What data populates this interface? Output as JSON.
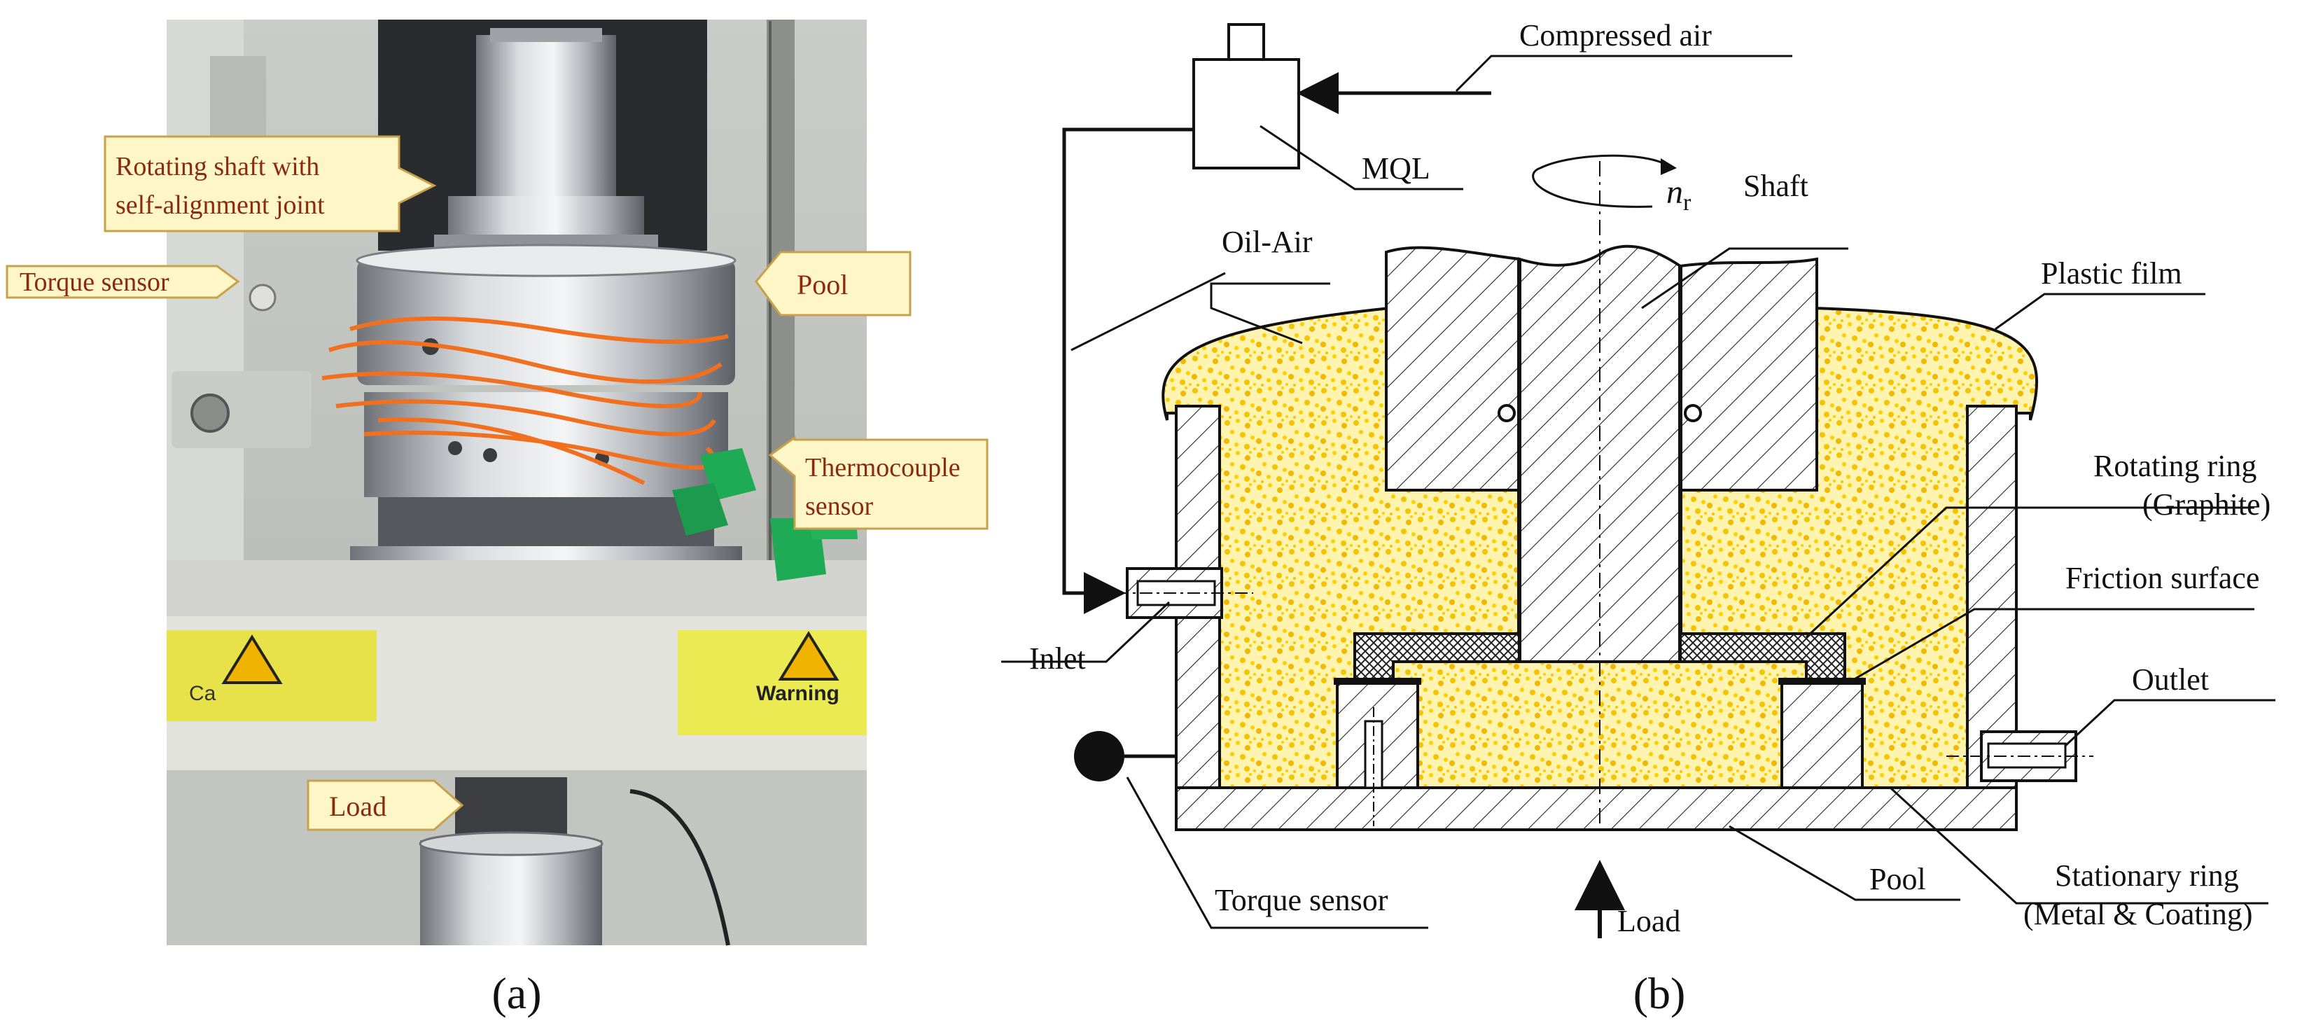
{
  "panel_a": {
    "caption": "(a)",
    "callouts": {
      "shaft": [
        "Rotating shaft with",
        "self-alignment joint"
      ],
      "torque": "Torque sensor",
      "pool": "Pool",
      "thermo": [
        "Thermocouple",
        "sensor"
      ],
      "load": "Load"
    },
    "warning_sign": "Warning"
  },
  "panel_b": {
    "caption": "(b)",
    "labels": {
      "compressed_air": "Compressed air",
      "mql": "MQL",
      "rotation_symbol": "n",
      "rotation_subscript": "r",
      "shaft": "Shaft",
      "oil_air": "Oil-Air",
      "plastic_film": "Plastic film",
      "rotating_ring": [
        "Rotating ring",
        "(Graphite)"
      ],
      "friction_surface": "Friction surface",
      "inlet": "Inlet",
      "outlet": "Outlet",
      "torque_sensor": "Torque sensor",
      "load": "Load",
      "pool": "Pool",
      "stationary_ring": [
        "Stationary ring",
        "(Metal & Coating)"
      ]
    }
  },
  "colors": {
    "oil_air_fill": "#ffd000",
    "callout_fill": "#fff6c8",
    "callout_text": "#8a2a10",
    "cable_orange": "#f07020",
    "connector_green": "#1faa55"
  }
}
